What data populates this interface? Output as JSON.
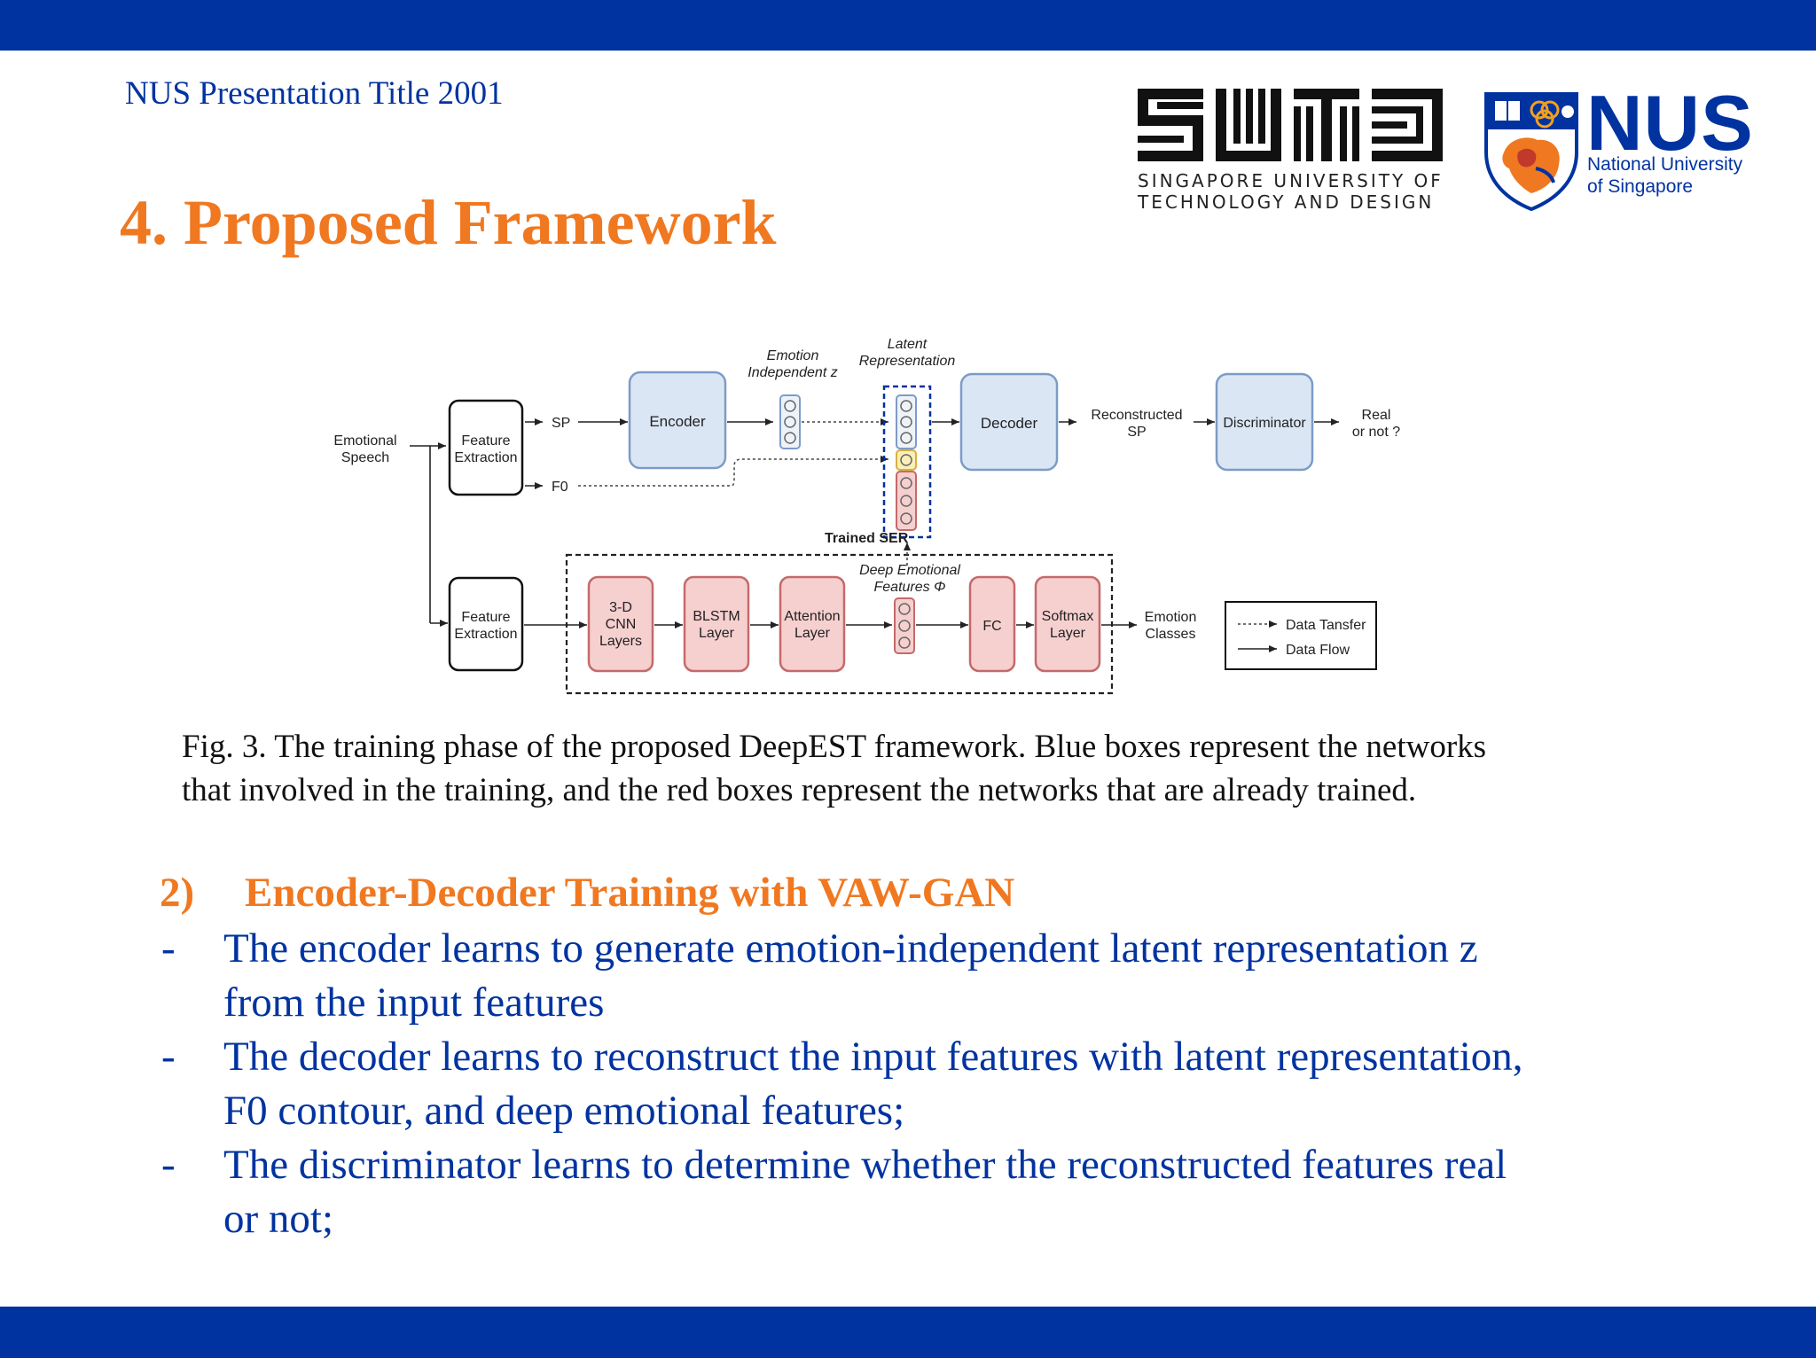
{
  "header": {
    "presentation_title": "NUS Presentation Title 2001",
    "slide_title": "4. Proposed Framework"
  },
  "logos": {
    "sutd": {
      "line1": "SINGAPORE UNIVERSITY OF",
      "line2": "TECHNOLOGY AND DESIGN"
    },
    "nus": {
      "name": "NUS",
      "line1": "National University",
      "line2": "of Singapore"
    }
  },
  "diagram": {
    "input_line1": "Emotional",
    "input_line2": "Speech",
    "feature_extraction_line1": "Feature",
    "feature_extraction_line2": "Extraction",
    "sp_label": "SP",
    "f0_label": "F0",
    "encoder": "Encoder",
    "emotion_independent_line1": "Emotion",
    "emotion_independent_line2": "Independent z",
    "latent_line1": "Latent",
    "latent_line2": "Representation",
    "decoder": "Decoder",
    "reconstructed_line1": "Reconstructed",
    "reconstructed_line2": "SP",
    "discriminator": "Discriminator",
    "real_line1": "Real",
    "real_line2": "or not ?",
    "trained_ser": "Trained SER",
    "cnn_line1": "3-D",
    "cnn_line2": "CNN",
    "cnn_line3": "Layers",
    "blstm_line1": "BLSTM",
    "blstm_line2": "Layer",
    "attention_line1": "Attention",
    "attention_line2": "Layer",
    "deep_features_line1": "Deep Emotional",
    "deep_features_line2": "Features Φ",
    "fc": "FC",
    "softmax_line1": "Softmax",
    "softmax_line2": "Layer",
    "emotion_classes_line1": "Emotion",
    "emotion_classes_line2": "Classes",
    "legend_transfer": "Data Tansfer",
    "legend_flow": "Data Flow"
  },
  "caption": {
    "line1": "Fig. 3. The training phase of the proposed DeepEST framework. Blue boxes represent the networks",
    "line2": "that involved in the training, and the red boxes represent the networks that are already trained."
  },
  "section": {
    "number": "2)",
    "title": "Encoder-Decoder Training with VAW-GAN"
  },
  "bullets": [
    {
      "dash": "-",
      "line1": "The encoder learns to generate emotion-independent latent representation z",
      "line2": "from the input features"
    },
    {
      "dash": "-",
      "line1": "The decoder learns to reconstruct the input features with latent representation,",
      "line2": "F0 contour, and deep emotional features;"
    },
    {
      "dash": "-",
      "line1": "The discriminator learns to determine whether the reconstructed features real",
      "line2": "or not;"
    }
  ],
  "colors": {
    "brand_blue": "#0033a0",
    "accent_orange": "#f07820",
    "network_blue_fill": "#dbe6f5",
    "network_blue_stroke": "#7c9cc6",
    "trained_red_fill": "#f6cfcf",
    "trained_red_stroke": "#c46a6a"
  }
}
